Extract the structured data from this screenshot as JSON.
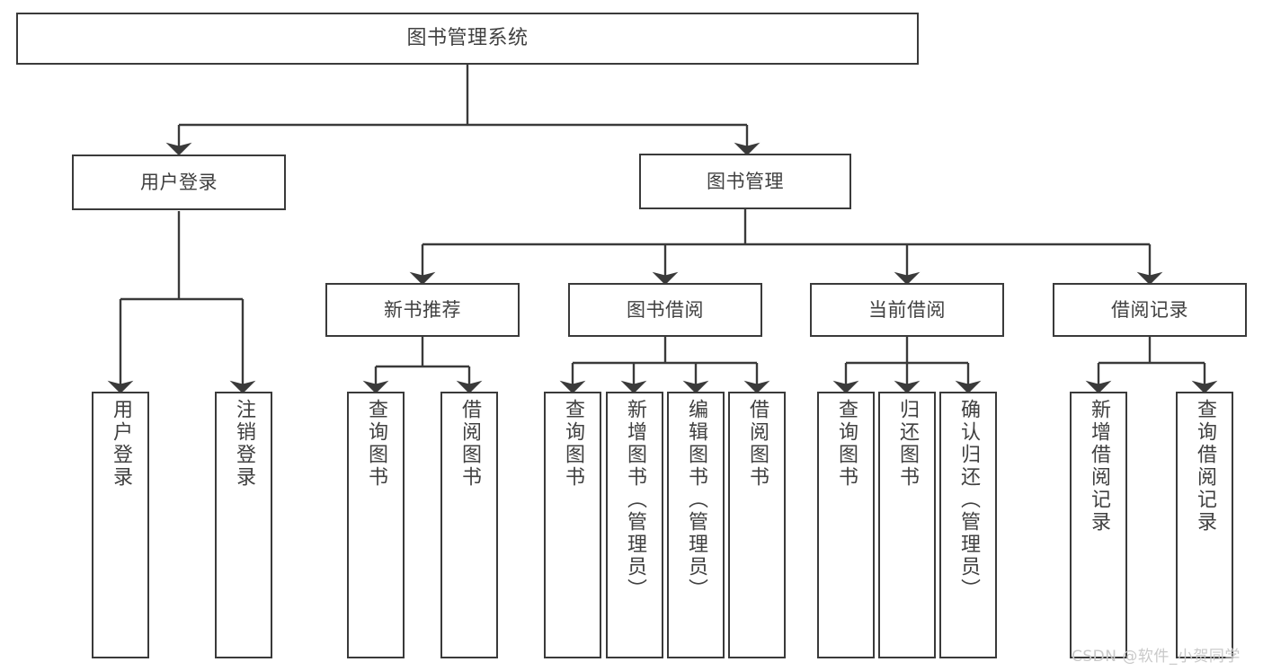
{
  "diagram": {
    "title": "图书管理系统",
    "type": "tree-hierarchy",
    "watermark": "CSDN @软件_小贺同学",
    "colors": {
      "background": "#ffffff",
      "box_border": "#3a3a3a",
      "box_fill": "#ffffff",
      "edge": "#3a3a3a",
      "text": "#404040",
      "watermark": "#c9c9c9"
    },
    "nodes": {
      "root": {
        "label": "图书管理系统"
      },
      "level1": [
        {
          "id": "user-login",
          "label": "用户登录"
        },
        {
          "id": "book-manage",
          "label": "图书管理"
        }
      ],
      "level2": [
        {
          "id": "new-book-recommend",
          "label": "新书推荐"
        },
        {
          "id": "book-borrow",
          "label": "图书借阅"
        },
        {
          "id": "current-borrow",
          "label": "当前借阅"
        },
        {
          "id": "borrow-record",
          "label": "借阅记录"
        }
      ],
      "leaves": {
        "user_login": [
          {
            "id": "leaf-user-login",
            "label": "用户登录"
          },
          {
            "id": "leaf-user-logout",
            "label": "注销登录"
          }
        ],
        "new_book_recommend": [
          {
            "id": "leaf-query-book-1",
            "label": "查询图书"
          },
          {
            "id": "leaf-borrow-book-1",
            "label": "借阅图书"
          }
        ],
        "book_borrow": [
          {
            "id": "leaf-query-book-2",
            "label": "查询图书"
          },
          {
            "id": "leaf-add-book",
            "label": "新增图书（管理员）"
          },
          {
            "id": "leaf-edit-book",
            "label": "编辑图书（管理员）"
          },
          {
            "id": "leaf-borrow-book-2",
            "label": "借阅图书"
          }
        ],
        "current_borrow": [
          {
            "id": "leaf-query-book-3",
            "label": "查询图书"
          },
          {
            "id": "leaf-return-book",
            "label": "归还图书"
          },
          {
            "id": "leaf-confirm-return",
            "label": "确认归还（管理员）"
          }
        ],
        "borrow_record": [
          {
            "id": "leaf-add-record",
            "label": "新增借阅记录"
          },
          {
            "id": "leaf-query-record",
            "label": "查询借阅记录"
          }
        ]
      }
    }
  }
}
